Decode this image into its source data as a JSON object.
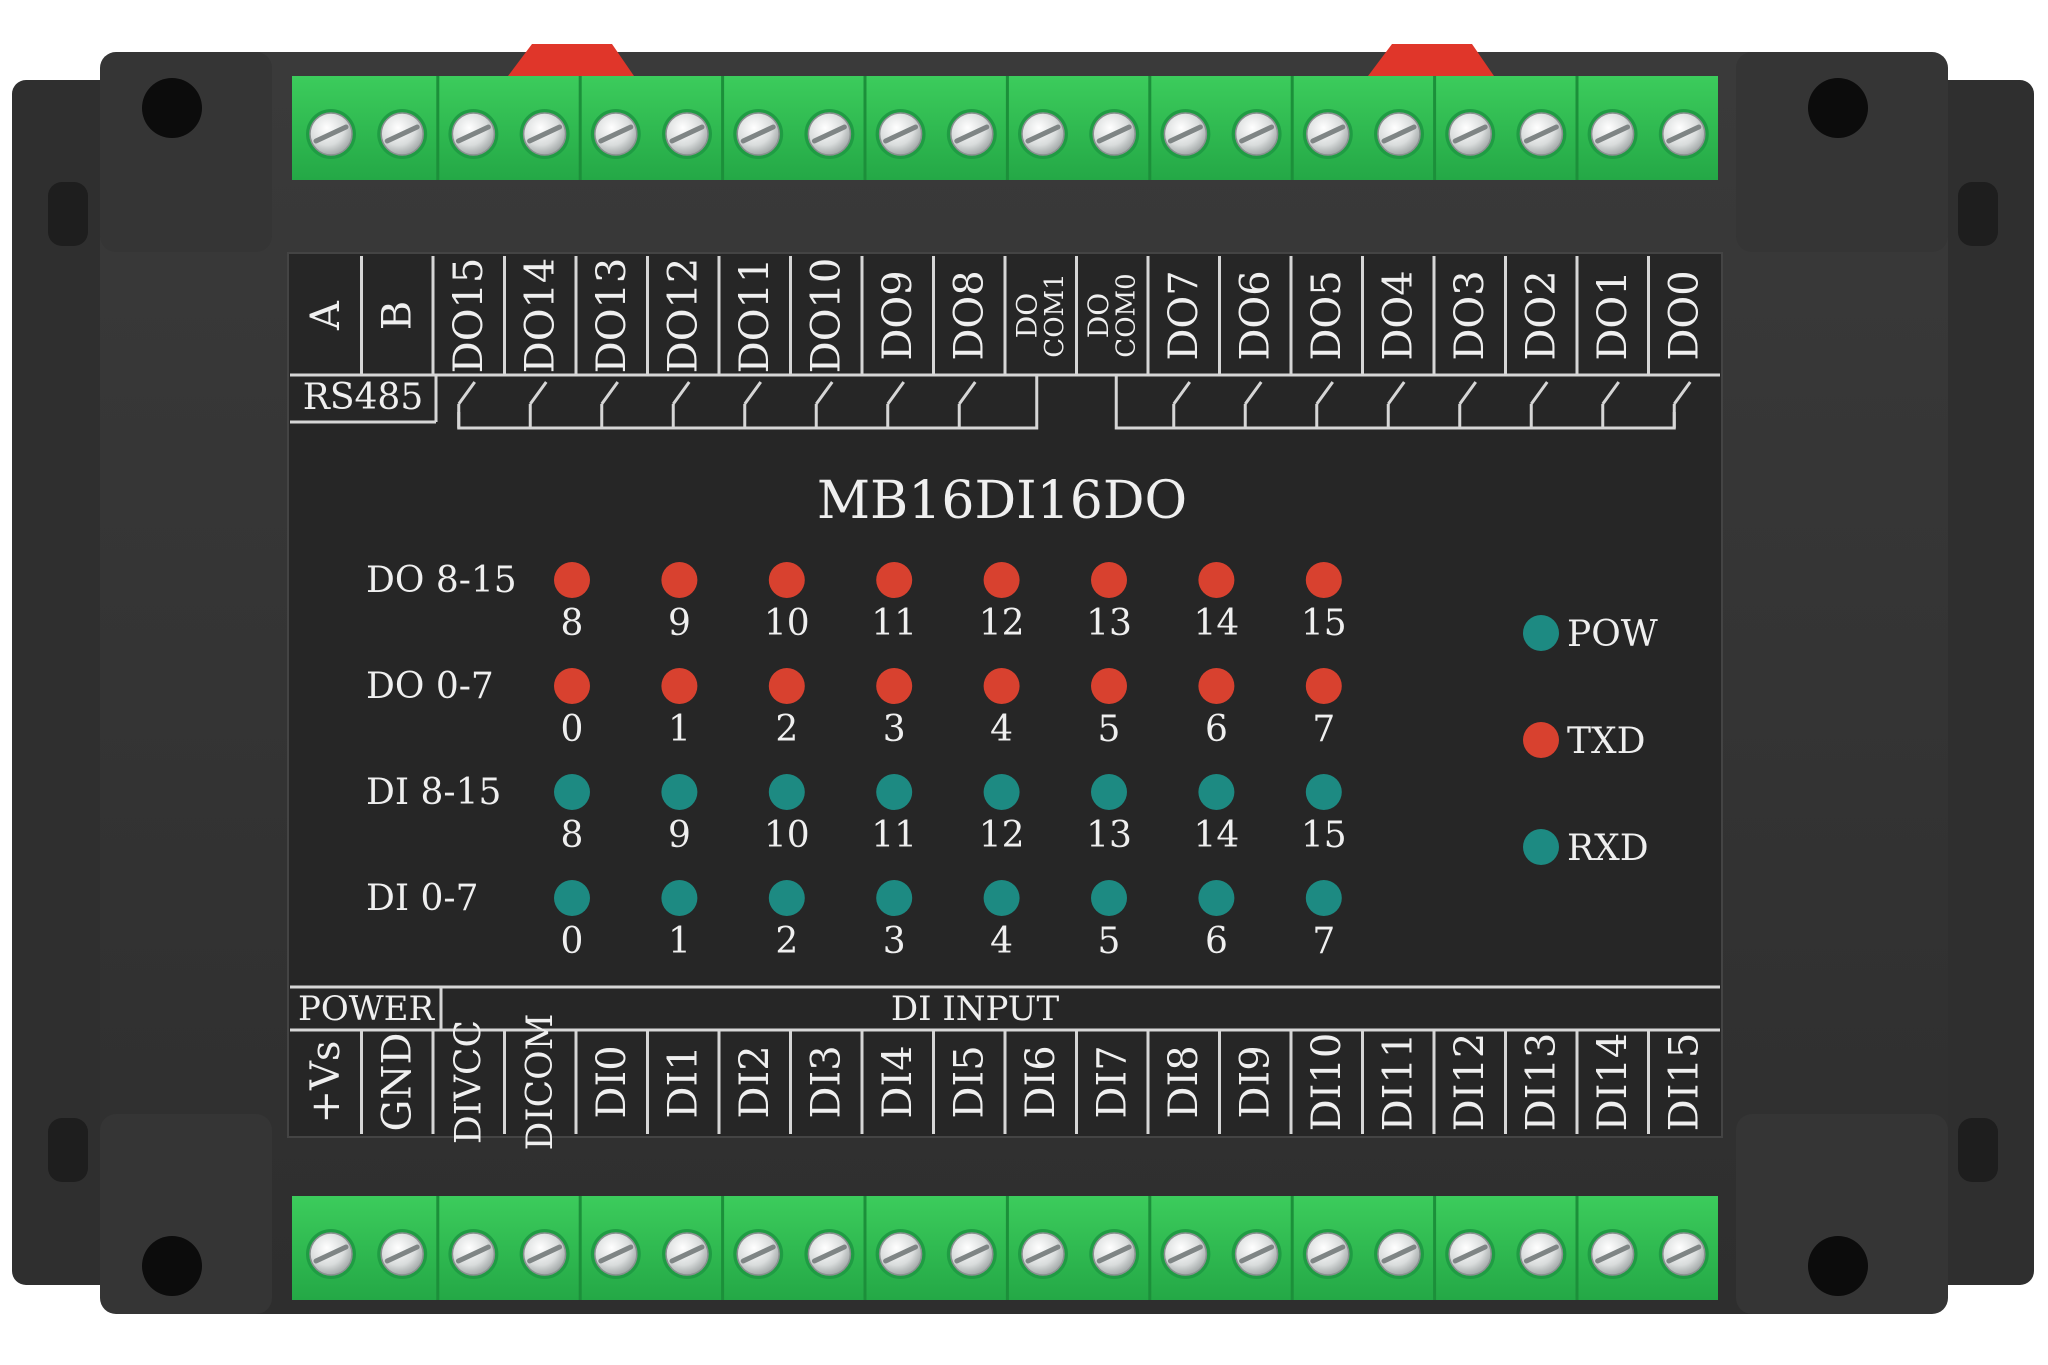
{
  "module": {
    "model": "MB16DI16DO",
    "top_labels": [
      "A",
      "B",
      "DO15",
      "DO14",
      "DO13",
      "DO12",
      "DO11",
      "DO10",
      "DO9",
      "DO8",
      "DO COM1",
      "DO COM0",
      "DO7",
      "DO6",
      "DO5",
      "DO4",
      "DO3",
      "DO2",
      "DO1",
      "DO0"
    ],
    "rs485_label": "RS485",
    "bottom_labels": [
      "+Vs",
      "GND",
      "DIVCC",
      "DICOM",
      "DI0",
      "DI1",
      "DI2",
      "DI3",
      "DI4",
      "DI5",
      "DI6",
      "DI7",
      "DI8",
      "DI9",
      "DI10",
      "DI11",
      "DI12",
      "DI13",
      "DI14",
      "DI15"
    ],
    "power_label": "POWER",
    "di_input_label": "DI INPUT",
    "led_rows": [
      {
        "label": "DO 8-15",
        "color": "red",
        "numbers": [
          "8",
          "9",
          "10",
          "11",
          "12",
          "13",
          "14",
          "15"
        ]
      },
      {
        "label": "DO 0-7",
        "color": "red",
        "numbers": [
          "0",
          "1",
          "2",
          "3",
          "4",
          "5",
          "6",
          "7"
        ]
      },
      {
        "label": "DI 8-15",
        "color": "teal",
        "numbers": [
          "8",
          "9",
          "10",
          "11",
          "12",
          "13",
          "14",
          "15"
        ]
      },
      {
        "label": "DI 0-7",
        "color": "teal",
        "numbers": [
          "0",
          "1",
          "2",
          "3",
          "4",
          "5",
          "6",
          "7"
        ]
      }
    ],
    "status_leds": [
      {
        "label": "POW",
        "color": "teal"
      },
      {
        "label": "TXD",
        "color": "red"
      },
      {
        "label": "RXD",
        "color": "teal"
      }
    ]
  },
  "colors": {
    "red": "#d8412f",
    "teal": "#1d8a82",
    "panel": "#262626",
    "body": "#333333",
    "terminal_green": "#2fbd4f",
    "tab_red": "#e0362a",
    "label_text": "#efefef"
  }
}
